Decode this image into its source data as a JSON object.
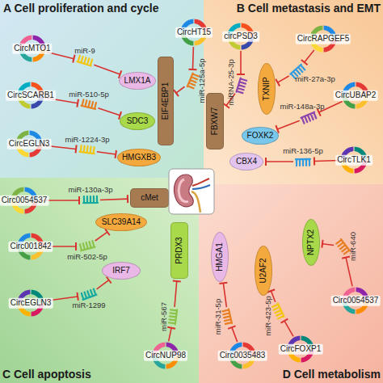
{
  "diagram": {
    "nodes": [
      {
        "text": [
          "A Cell proliferation and cycle"
        ]
      },
      {
        "text": [
          "CircMTO1"
        ],
        "in": 0
      },
      {
        "text": [
          "miR-9"
        ],
        "in": 0
      },
      {
        "text": [
          "LMX1A"
        ],
        "in": 0
      },
      {
        "text": [
          "CircSCARB1"
        ],
        "in": 0
      },
      {
        "text": [
          "miR-510-5p"
        ],
        "in": 0
      },
      {
        "text": [
          "SDC3"
        ],
        "in": 0
      },
      {
        "text": [
          "CircEGLN3"
        ],
        "in": 0
      },
      {
        "text": [
          "miR-1224-3p"
        ],
        "in": 0
      },
      {
        "text": [
          "HMGXB3"
        ],
        "in": 0
      },
      {
        "text": [
          "CircHT15"
        ],
        "in": 0
      },
      {
        "text": [
          "miR-125a-5p"
        ],
        "in": 0
      },
      {
        "text": [
          "EIF4EBP1"
        ],
        "in": 0
      },
      {
        "text": [
          "B Cell metastasis and EMT"
        ]
      },
      {
        "text": [
          "circPSD3"
        ],
        "in": 13
      },
      {
        "text": [
          "miRNA-25-3p"
        ],
        "in": 13
      },
      {
        "text": [
          "FBXW7"
        ],
        "in": 13
      },
      {
        "text": [
          "CircRAPGEF5"
        ],
        "in": 13
      },
      {
        "text": [
          "miR-27a-3p"
        ],
        "in": 13
      },
      {
        "text": [
          "TXNIP"
        ],
        "in": 13
      },
      {
        "text": [
          "CircUBAP2"
        ],
        "in": 13
      },
      {
        "text": [
          "miR-148a-3p"
        ],
        "in": 13
      },
      {
        "text": [
          "FOXK2"
        ],
        "in": 13
      },
      {
        "text": [
          "CircTLK1"
        ],
        "in": 13
      },
      {
        "text": [
          "miR-136-5p"
        ],
        "in": 13
      },
      {
        "text": [
          "CBX4"
        ],
        "in": 13
      },
      {
        "text": [
          "C Cell apoptosis"
        ]
      },
      {
        "text": [
          "Circ0054537"
        ],
        "in": 26
      },
      {
        "text": [
          "miR-130a-3p"
        ],
        "in": 26
      },
      {
        "text": [
          "cMet"
        ],
        "in": 26
      },
      {
        "text": [
          "Circ001842"
        ],
        "in": 26
      },
      {
        "text": [
          "miR-502-5p"
        ],
        "in": 26
      },
      {
        "text": [
          "SLC39A14"
        ],
        "in": 26
      },
      {
        "text": [
          "CircEGLN3"
        ],
        "in": 26
      },
      {
        "text": [
          "miR-1299"
        ],
        "in": 26
      },
      {
        "text": [
          "IRF7"
        ],
        "in": 26
      },
      {
        "text": [
          "CircNUP98"
        ],
        "in": 26
      },
      {
        "text": [
          "miR-567"
        ],
        "in": 26
      },
      {
        "text": [
          "PRDX3"
        ],
        "in": 26
      },
      {
        "text": [
          "D Cell metabolism"
        ]
      },
      {
        "text": [
          "Circ0035483"
        ],
        "in": 39
      },
      {
        "text": [
          "miR-31-5p"
        ],
        "in": 39
      },
      {
        "text": [
          "HMGA1"
        ],
        "in": 39
      },
      {
        "text": [
          "CircFOXP1"
        ],
        "in": 39
      },
      {
        "text": [
          "miR-423-5p"
        ],
        "in": 39
      },
      {
        "text": [
          "U2AF2"
        ],
        "in": 39
      },
      {
        "text": [
          "Circ0054537"
        ],
        "in": 39
      },
      {
        "text": [
          "miR-640"
        ],
        "in": 39
      },
      {
        "text": [
          "NPTX2"
        ],
        "in": 39
      }
    ],
    "edges": [
      {
        "from": 1,
        "to": 2,
        "arrow": "to"
      },
      {
        "from": 2,
        "to": 3,
        "arrow": "to"
      },
      {
        "from": 4,
        "to": 5,
        "arrow": "to"
      },
      {
        "from": 5,
        "to": 6,
        "arrow": "to"
      },
      {
        "from": 7,
        "to": 8,
        "arrow": "to"
      },
      {
        "from": 8,
        "to": 9,
        "arrow": "to"
      },
      {
        "from": 10,
        "to": 11,
        "arrow": "to"
      },
      {
        "from": 11,
        "to": 12,
        "arrow": "to"
      },
      {
        "from": 14,
        "to": 15,
        "arrow": "to"
      },
      {
        "from": 15,
        "to": 16,
        "arrow": "to"
      },
      {
        "from": 17,
        "to": 18,
        "arrow": "to"
      },
      {
        "from": 18,
        "to": 19,
        "arrow": "to"
      },
      {
        "from": 20,
        "to": 21,
        "arrow": "to"
      },
      {
        "from": 21,
        "to": 22,
        "arrow": "to"
      },
      {
        "from": 23,
        "to": 24,
        "arrow": "to"
      },
      {
        "from": 24,
        "to": 25,
        "arrow": "to"
      },
      {
        "from": 27,
        "to": 28,
        "arrow": "to"
      },
      {
        "from": 28,
        "to": 29,
        "arrow": "to"
      },
      {
        "from": 30,
        "to": 31,
        "arrow": "to"
      },
      {
        "from": 31,
        "to": 32,
        "arrow": "to"
      },
      {
        "from": 33,
        "to": 34,
        "arrow": "to"
      },
      {
        "from": 34,
        "to": 35,
        "arrow": "to"
      },
      {
        "from": 36,
        "to": 37,
        "arrow": "to"
      },
      {
        "from": 37,
        "to": 38,
        "arrow": "to"
      },
      {
        "from": 40,
        "to": 41,
        "arrow": "to"
      },
      {
        "from": 41,
        "to": 42,
        "arrow": "to"
      },
      {
        "from": 43,
        "to": 44,
        "arrow": "to"
      },
      {
        "from": 44,
        "to": 45,
        "arrow": "to"
      },
      {
        "from": 46,
        "to": 47,
        "arrow": "to"
      },
      {
        "from": 47,
        "to": 48,
        "arrow": "to"
      }
    ]
  }
}
